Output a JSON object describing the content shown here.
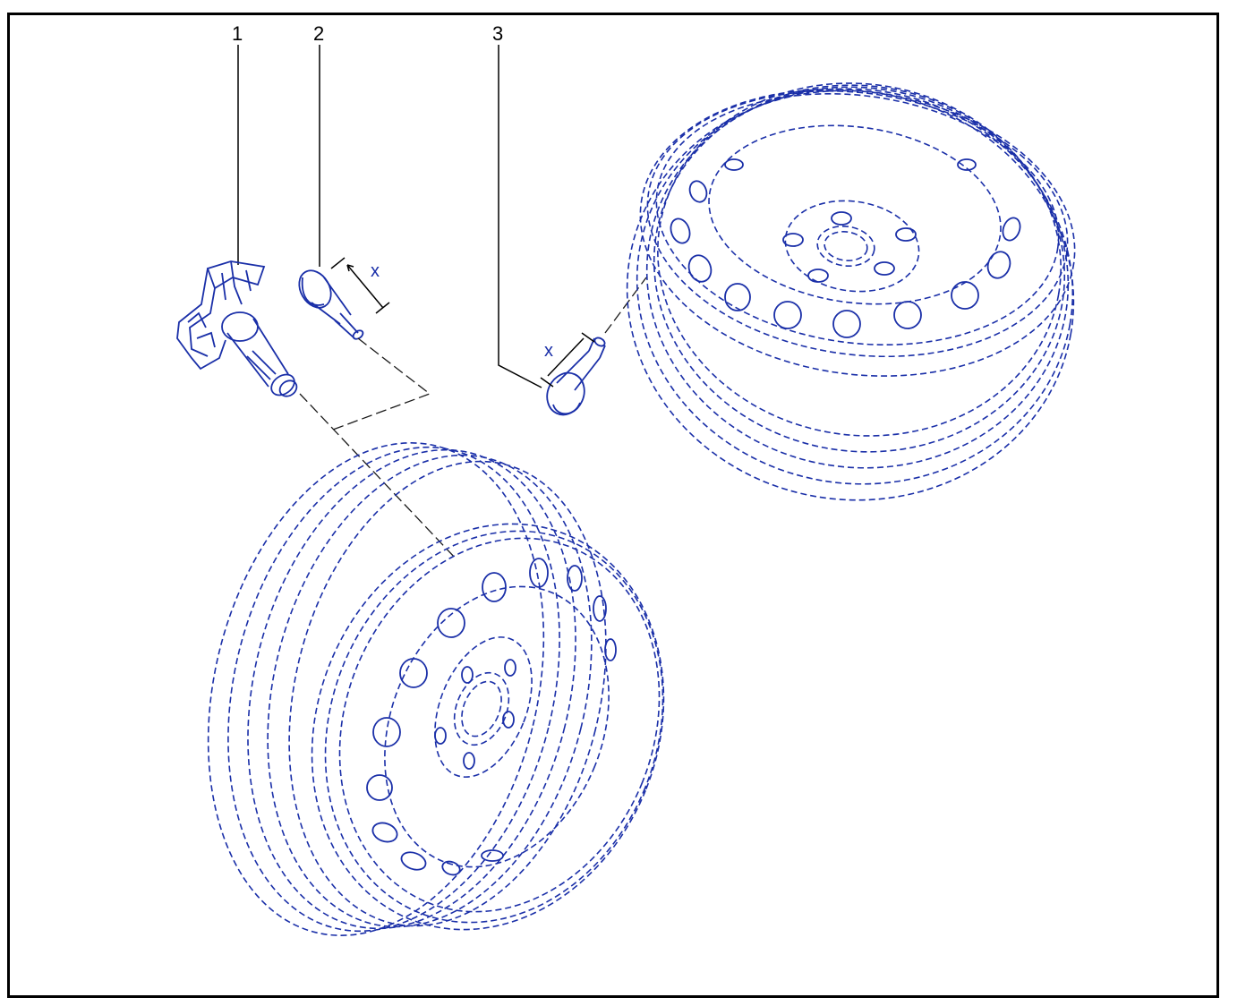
{
  "callouts": [
    {
      "label": "1"
    },
    {
      "label": "2"
    },
    {
      "label": "3"
    }
  ],
  "dimension_label": "x",
  "colors": {
    "ink": "#1a2fa8",
    "frame": "#000000"
  }
}
